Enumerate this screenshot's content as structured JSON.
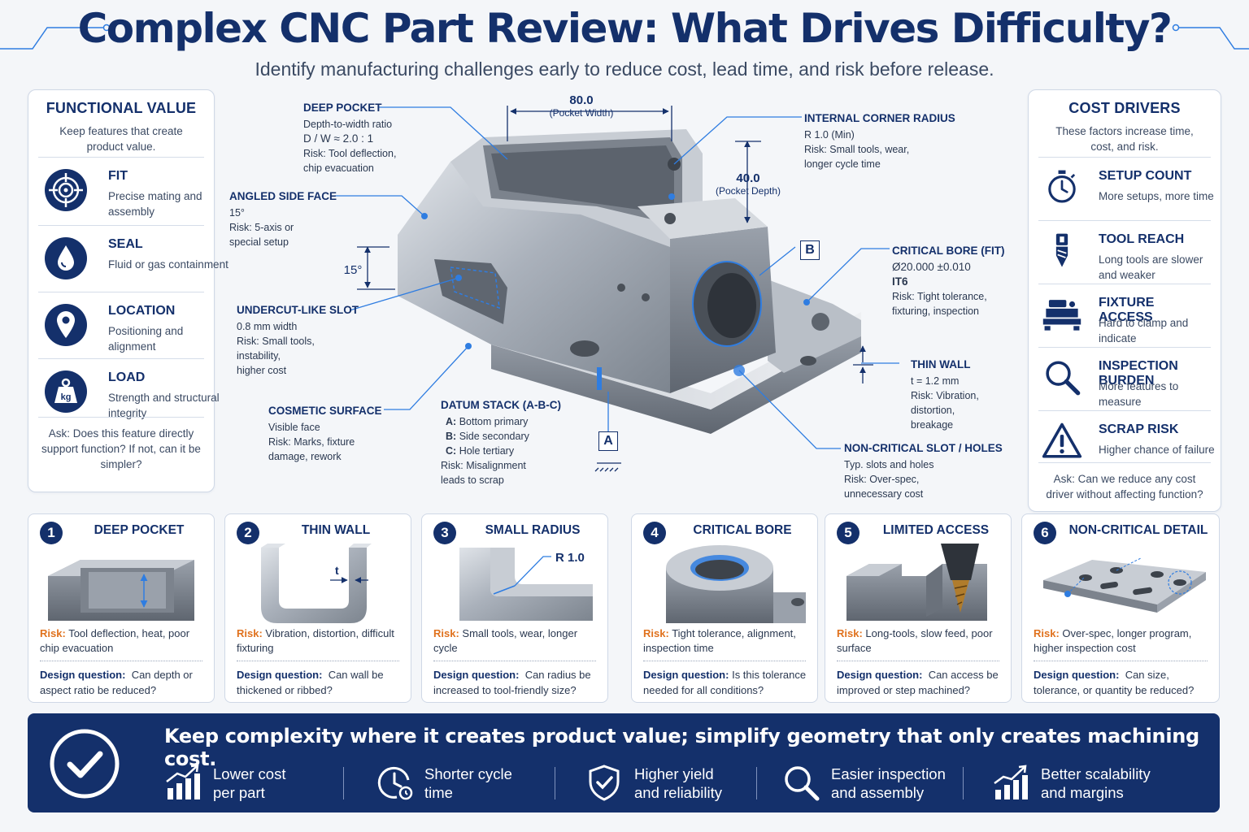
{
  "header": {
    "title": "Complex CNC Part Review: What Drives Difficulty?",
    "subtitle": "Identify manufacturing challenges early to reduce cost, lead time, and risk before release."
  },
  "colors": {
    "navy": "#14306b",
    "accent_blue": "#2f7de1",
    "risk_orange": "#e0721e"
  },
  "left_panel": {
    "title": "FUNCTIONAL VALUE",
    "subtitle": "Keep features that create product value.",
    "items": [
      {
        "label": "FIT",
        "desc": "Precise mating and assembly",
        "icon": "crosshair-icon"
      },
      {
        "label": "SEAL",
        "desc": "Fluid or gas containment",
        "icon": "droplet-icon"
      },
      {
        "label": "LOCATION",
        "desc": "Positioning and alignment",
        "icon": "location-pin-icon"
      },
      {
        "label": "LOAD",
        "desc": "Strength and structural integrity",
        "icon": "weight-kg-icon"
      }
    ],
    "footer": "Ask: Does this feature directly support function? If not, can it be simpler?",
    "kg": "kg"
  },
  "right_panel": {
    "title": "COST DRIVERS",
    "subtitle": "These factors increase time, cost, and risk.",
    "items": [
      {
        "label": "SETUP COUNT",
        "desc": "More setups, more time",
        "icon": "stopwatch-icon"
      },
      {
        "label": "TOOL REACH",
        "desc": "Long tools are slower and weaker",
        "icon": "end-mill-icon"
      },
      {
        "label": "FIXTURE ACCESS",
        "desc": "Hard to clamp and indicate",
        "icon": "vise-icon"
      },
      {
        "label": "INSPECTION BURDEN",
        "desc": "More features to measure",
        "icon": "magnifier-icon"
      },
      {
        "label": "SCRAP RISK",
        "desc": "Higher chance of failure",
        "icon": "warning-icon"
      }
    ],
    "footer": "Ask: Can we reduce any cost driver without affecting function?"
  },
  "annotations": {
    "deep_pocket": {
      "title": "DEEP POCKET",
      "l1": "Depth-to-width ratio",
      "l2": "D / W ≈ 2.0 : 1",
      "l3": "Risk: Tool deflection,",
      "l4": "chip evacuation"
    },
    "angled_face": {
      "title": "ANGLED SIDE FACE",
      "l1": "15°",
      "l2": "Risk: 5-axis or",
      "l3": "special setup"
    },
    "undercut": {
      "title": "UNDERCUT-LIKE SLOT",
      "l1": "0.8 mm width",
      "l2": "Risk: Small tools,",
      "l3": "instability,",
      "l4": "higher cost"
    },
    "cosmetic": {
      "title": "COSMETIC SURFACE",
      "l1": "Visible face",
      "l2": "Risk: Marks, fixture",
      "l3": "damage, rework"
    },
    "datum": {
      "title": "DATUM STACK (A-B-C)",
      "a_key": "A:",
      "a": "Bottom primary",
      "b_key": "B:",
      "b": "Side secondary",
      "c_key": "C:",
      "c": "Hole tertiary",
      "r1": "Risk: Misalignment",
      "r2": "leads to scrap"
    },
    "corner_radius": {
      "title": "INTERNAL CORNER RADIUS",
      "l1": "R 1.0 (Min)",
      "l2": "Risk: Small tools, wear,",
      "l3": "longer cycle time"
    },
    "critical_bore": {
      "title": "CRITICAL BORE (FIT)",
      "l1": "Ø20.000 ±0.010",
      "l2": "IT6",
      "l3": "Risk: Tight tolerance,",
      "l4": "fixturing, inspection"
    },
    "thin_wall": {
      "title": "THIN WALL",
      "l1": "t = 1.2 mm",
      "l2": "Risk: Vibration,",
      "l3": "distortion,",
      "l4": "breakage"
    },
    "noncritical": {
      "title": "NON-CRITICAL SLOT / HOLES",
      "l1": "Typ. slots and holes",
      "l2": "Risk: Over-spec,",
      "l3": "unnecessary cost"
    }
  },
  "dimensions": {
    "width_value": "80.0",
    "width_label": "(Pocket Width)",
    "depth_value": "40.0",
    "depth_label": "(Pocket Depth)",
    "angle": "15°",
    "datum_a": "A",
    "datum_b": "B"
  },
  "cards": [
    {
      "num": "1",
      "title": "DEEP POCKET",
      "risk": "Tool deflection, heat, poor chip evacuation",
      "question": "Can depth or aspect ratio be reduced?"
    },
    {
      "num": "2",
      "title": "THIN WALL",
      "risk": "Vibration, distortion, difficult fixturing",
      "question": "Can wall be thickened or ribbed?",
      "pic_label": "t"
    },
    {
      "num": "3",
      "title": "SMALL RADIUS",
      "risk": "Small tools, wear, longer cycle",
      "question": "Can radius be increased to tool-friendly size?",
      "pic_label": "R 1.0"
    },
    {
      "num": "4",
      "title": "CRITICAL BORE",
      "risk": "Tight tolerance, alignment, inspection time",
      "question": "Is this tolerance needed for all conditions?"
    },
    {
      "num": "5",
      "title": "LIMITED ACCESS",
      "risk": "Long-tools, slow feed, poor surface",
      "question": "Can access be improved or step machined?"
    },
    {
      "num": "6",
      "title": "NON-CRITICAL DETAIL",
      "risk": "Over-spec, longer program, higher inspection cost",
      "question": "Can size, tolerance, or quantity be reduced?"
    }
  ],
  "card_labels": {
    "risk": "Risk:",
    "question": "Design question:"
  },
  "banner": {
    "message": "Keep complexity where it creates product value; simplify geometry that only creates machining cost.",
    "benefits": [
      {
        "l1": "Lower cost",
        "l2": "per part",
        "icon": "bar-chart-up-icon"
      },
      {
        "l1": "Shorter cycle",
        "l2": "time",
        "icon": "clock-icon"
      },
      {
        "l1": "Higher yield",
        "l2": "and reliability",
        "icon": "shield-check-icon"
      },
      {
        "l1": "Easier inspection",
        "l2": "and assembly",
        "icon": "magnifier-icon"
      },
      {
        "l1": "Better scalability",
        "l2": "and margins",
        "icon": "growth-chart-icon"
      }
    ]
  }
}
